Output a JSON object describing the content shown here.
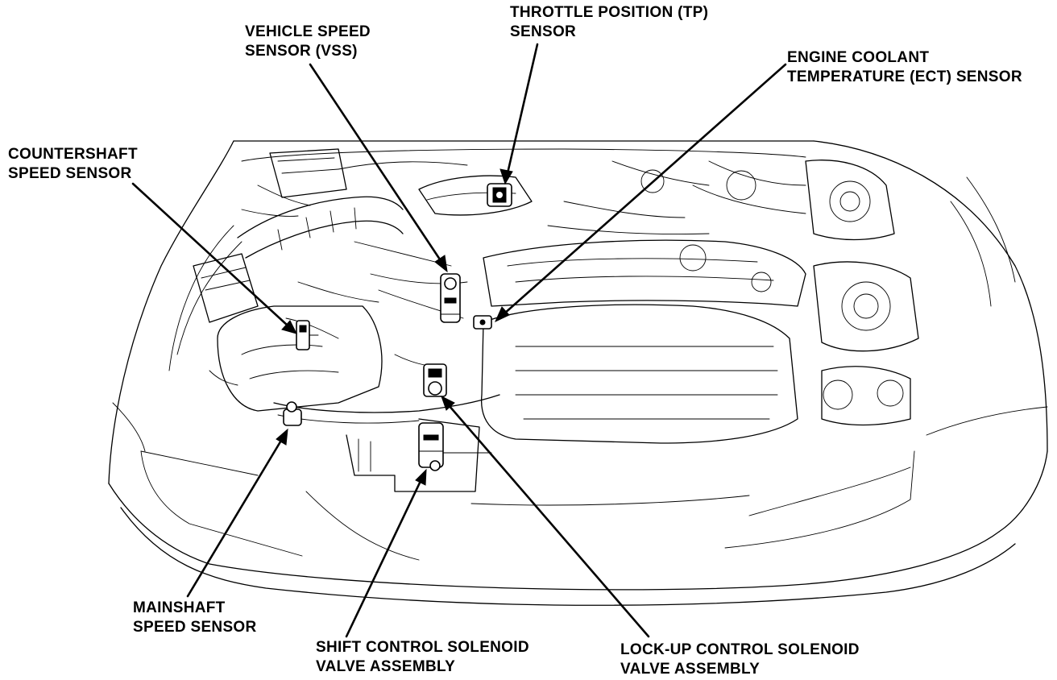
{
  "labels": {
    "throttle_position": {
      "line1": "THROTTLE POSITION (TP)",
      "line2": "SENSOR"
    },
    "vehicle_speed": {
      "line1": "VEHICLE SPEED",
      "line2": "SENSOR (VSS)"
    },
    "engine_coolant": {
      "line1": "ENGINE COOLANT",
      "line2": "TEMPERATURE (ECT) SENSOR"
    },
    "countershaft": {
      "line1": "COUNTERSHAFT",
      "line2": "SPEED SENSOR"
    },
    "mainshaft": {
      "line1": "MAINSHAFT",
      "line2": "SPEED SENSOR"
    },
    "shift_control": {
      "line1": "SHIFT CONTROL SOLENOID",
      "line2": "VALVE ASSEMBLY"
    },
    "lockup_control": {
      "line1": "LOCK-UP CONTROL SOLENOID",
      "line2": "VALVE ASSEMBLY"
    }
  }
}
